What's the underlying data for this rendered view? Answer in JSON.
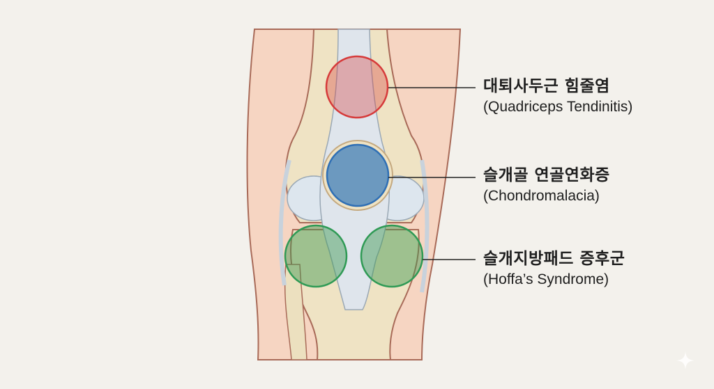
{
  "diagram": {
    "subject": "knee-anterior-view",
    "colors": {
      "background": "#f3f1ec",
      "skin": "#f6d5c2",
      "bone": "#efe3c4",
      "tendon": "#dfe5ec",
      "outline": "#a86a58",
      "red_zone": "#d63a3a",
      "blue_zone": "#2f6fb5",
      "green_zone": "#2f9a55",
      "leader_line": "#222222"
    },
    "callouts": [
      {
        "id": "quadriceps",
        "korean": "대퇴사두근 힘줄염",
        "english": "(Quadriceps Tendinitis)",
        "color": "red"
      },
      {
        "id": "chondromalacia",
        "korean": "슬개골 연골연화증",
        "english": "(Chondromalacia)",
        "color": "blue"
      },
      {
        "id": "hoffa",
        "korean": "슬개지방패드 증후군",
        "english": "(Hoffa’s Syndrome)",
        "color": "green"
      }
    ],
    "watermark": "sparkle-icon"
  }
}
